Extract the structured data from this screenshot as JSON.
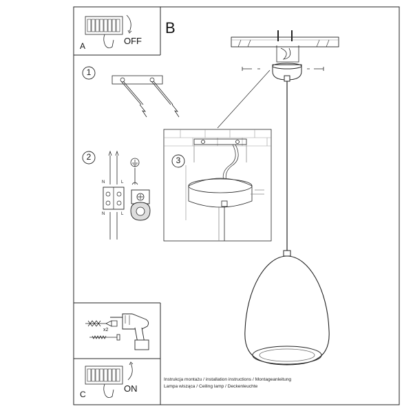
{
  "panels": {
    "a": {
      "letter": "A",
      "action": "OFF"
    },
    "b": {
      "letter": "B"
    },
    "c": {
      "letter": "C",
      "action": "ON"
    }
  },
  "steps": {
    "one": "1",
    "two": "2",
    "three": "3"
  },
  "terminal_labels": {
    "n_top": "N",
    "l_top": "L",
    "n_bottom": "N",
    "l_bottom": "L"
  },
  "hardware": {
    "quantity": "x2"
  },
  "caption": {
    "line1": "Instrukcja montażu / installation instructions / Montageanleitung",
    "line2": "Lampa wisząca / Ceiling lamp / Deckenleuchte"
  }
}
